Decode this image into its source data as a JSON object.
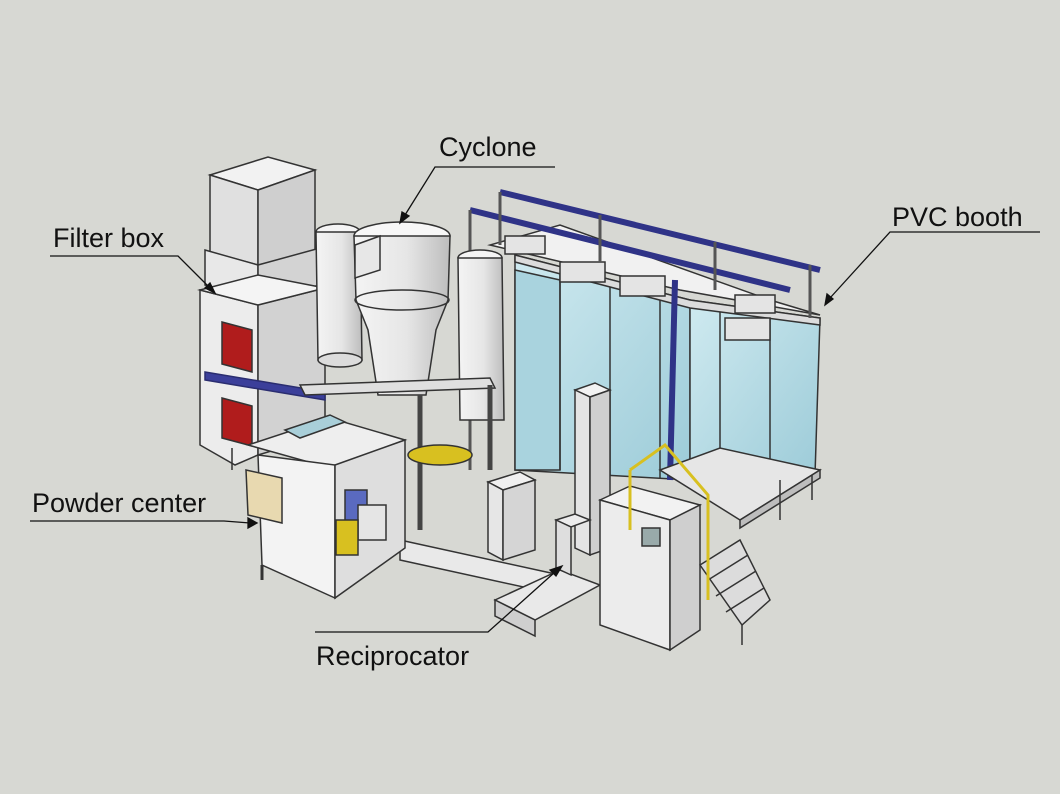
{
  "labels": {
    "cyclone": "Cyclone",
    "filter_box": "Filter box",
    "pvc_booth": "PVC booth",
    "powder_center": "Powder center",
    "reciprocator": "Reciprocator"
  },
  "colors": {
    "background": "#d7d8d3",
    "frame_blue": "#3b3f9a",
    "door_red": "#b01c1c",
    "glass": "#b9dde6",
    "rail_yellow": "#d8c020",
    "leader_line": "#111111"
  }
}
